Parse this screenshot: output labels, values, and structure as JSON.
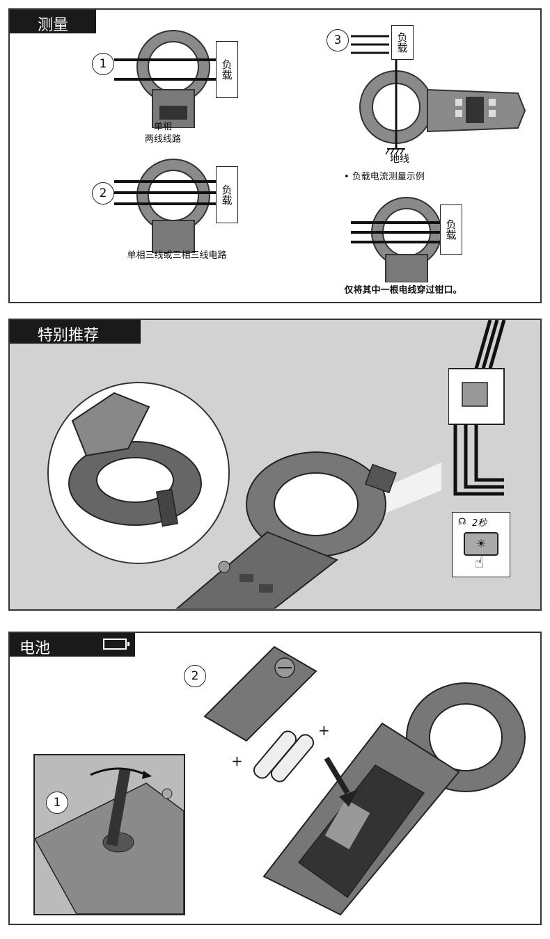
{
  "sections": {
    "measure": {
      "title": "测量",
      "step1_num": "1",
      "step2_num": "2",
      "step3_num": "3",
      "load_label": "负载",
      "caption1_line1": "单相",
      "caption1_line2": "两线线路",
      "caption2": "单相三线或三相三线电路",
      "ground_label": "地线",
      "example_caption": "• 负载电流测量示例",
      "single_wire_caption": "仅将其中一根电线穿过钳口。"
    },
    "recommend": {
      "title": "特别推荐",
      "timer_label": "2秒"
    },
    "battery": {
      "title": "电池",
      "step1_num": "1",
      "step2_num": "2",
      "plus": "+"
    }
  },
  "colors": {
    "tab_bg": "#1a1a1a",
    "panel_gray": "#cfcfcf",
    "device_dark": "#555555"
  }
}
